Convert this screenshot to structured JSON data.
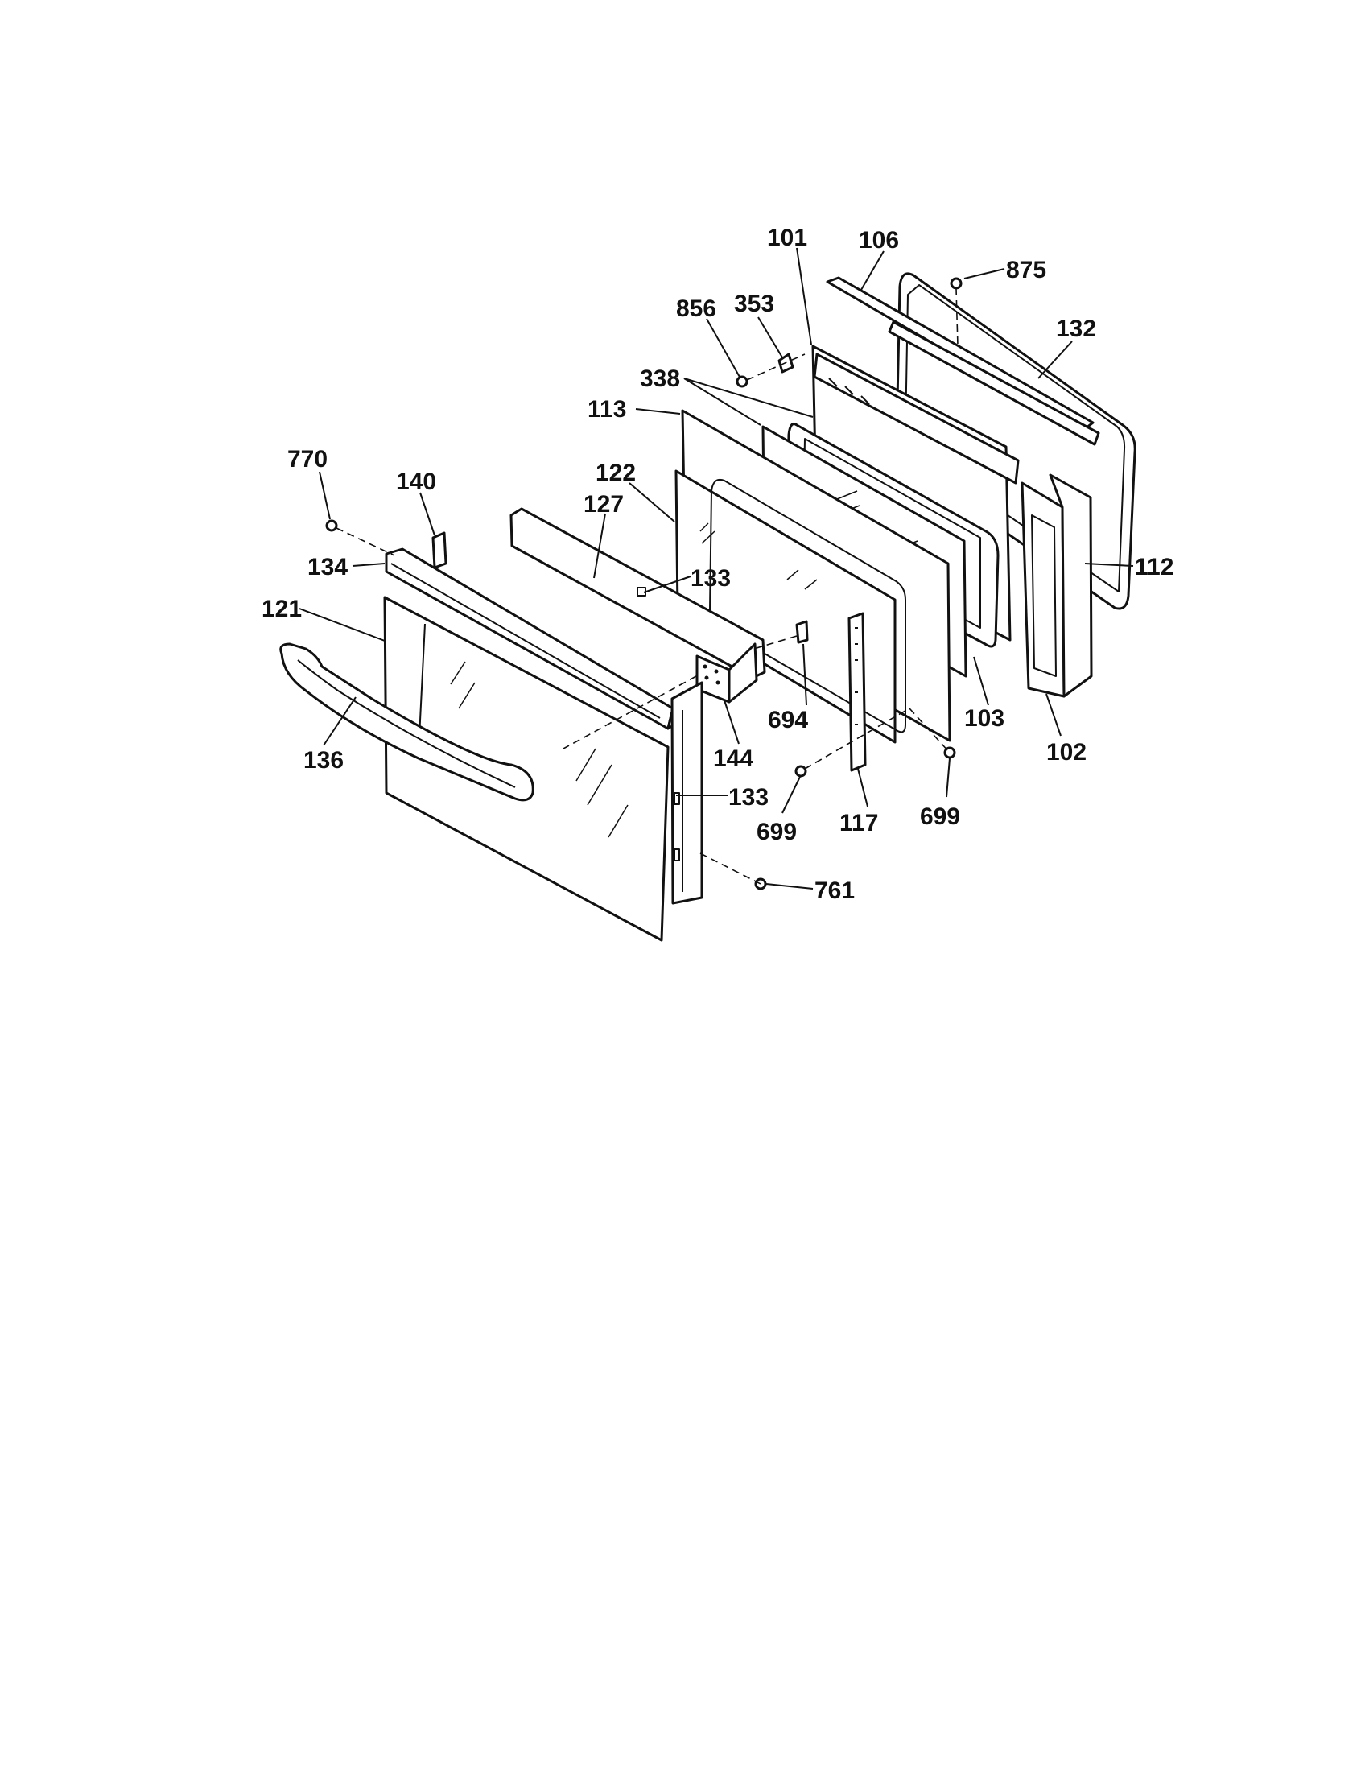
{
  "diagram": {
    "labels": {
      "p101": "101",
      "p106": "106",
      "p875": "875",
      "p856": "856",
      "p353": "353",
      "p132": "132",
      "p338": "338",
      "p113": "113",
      "p770": "770",
      "p140": "140",
      "p122": "122",
      "p127": "127",
      "p134": "134",
      "p133a": "133",
      "p112": "112",
      "p121": "121",
      "p694": "694",
      "p103": "103",
      "p144": "144",
      "p136": "136",
      "p102": "102",
      "p133b": "133",
      "p699a": "699",
      "p117": "117",
      "p699b": "699",
      "p761": "761"
    }
  }
}
